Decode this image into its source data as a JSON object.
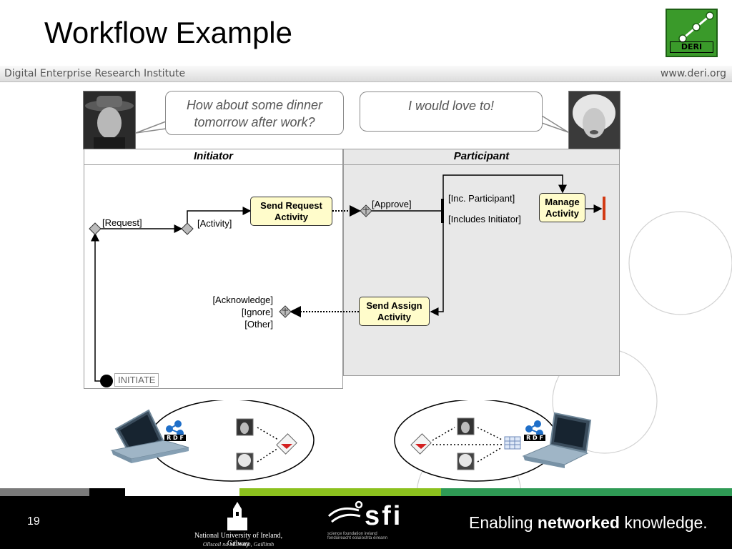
{
  "slide": {
    "title": "Workflow Example",
    "institute": "Digital Enterprise Research Institute",
    "website": "www.deri.org",
    "logo_text": "DERI",
    "slide_number": "19"
  },
  "bubbles": {
    "initiator_message": "How about some dinner tomorrow after work?",
    "participant_message": "I would love to!"
  },
  "lanes": {
    "initiator": "Initiator",
    "participant": "Participant"
  },
  "activities": {
    "send_request": "Send Request Activity",
    "manage": "Manage Activity",
    "send_assign": "Send Assign Activity"
  },
  "labels": {
    "request": "[Request]",
    "activity": "[Activity]",
    "approve": "[Approve]",
    "inc_participant": "[Inc. Participant]",
    "includes_initiator": "[Includes Initiator]",
    "acknowledge": "[Acknowledge]",
    "ignore": "[Ignore]",
    "other": "[Other]",
    "initiate": "INITIATE"
  },
  "diagram_icons": {
    "rdf_text": "R D F"
  },
  "footer": {
    "university": "National University of Ireland, Galway",
    "university_irish": "Ollscoil na hÉireann, Gaillimh",
    "sfi": "sfi",
    "sfi_sub_1": "science foundation ireland",
    "sfi_sub_2": "fondúireacht eolaíochta éireann",
    "tagline_pre": "Enabling ",
    "tagline_bold": "networked",
    "tagline_post": " knowledge."
  },
  "colors": {
    "deri_green": "#3a9a2a",
    "activity_fill": "#fffccb",
    "participant_lane": "#e8e8e8",
    "stripe_gray": "#7a7a7a",
    "stripe_lime": "#8cc11e",
    "stripe_green": "#2f9a55",
    "end_bar": "#d23a14"
  }
}
